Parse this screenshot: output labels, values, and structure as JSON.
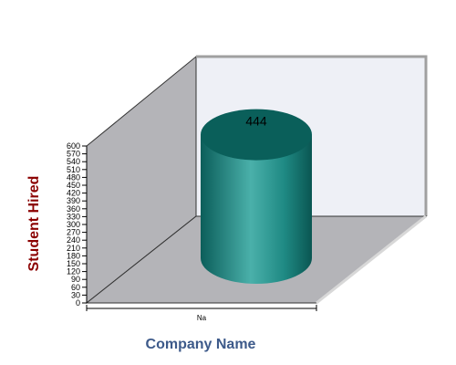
{
  "chart_data": {
    "type": "bar",
    "xlabel": "Company Name",
    "ylabel": "Student Hired",
    "categories": [
      "Na"
    ],
    "series": [
      {
        "values": [
          444
        ]
      }
    ],
    "data_labels": [
      "444"
    ],
    "ylim": [
      0,
      600
    ],
    "ytick_step": 30,
    "grid": false,
    "colors": {
      "bar": "#2a9a94",
      "bar_dark": "#0d6b66",
      "bar_top": "#0a5f5a",
      "floor": "#b4b4b8",
      "back_wall": "#eef0f6",
      "left_wall": "#b4b4b8",
      "ylabel": "#8b0000",
      "xlabel": "#3d5a8a"
    }
  }
}
